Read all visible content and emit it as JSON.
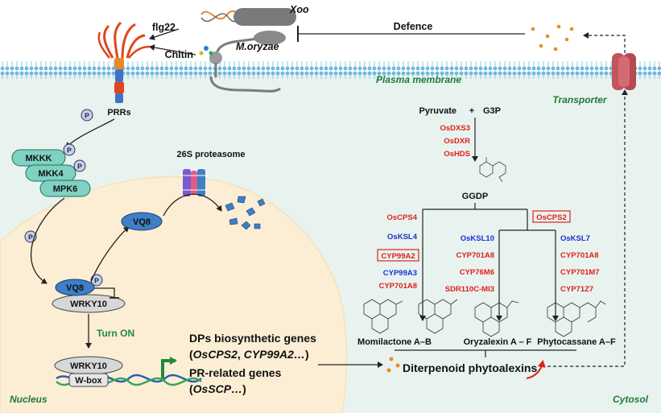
{
  "pathogens": {
    "xoo": "Xoo",
    "moryzae": "M.oryzae",
    "flg22": "flg22",
    "chitin": "Chitin"
  },
  "membrane": {
    "label": "Plasma membrane",
    "transporter": "Transporter"
  },
  "defence": "Defence",
  "signaling": {
    "prrs": "PRRs",
    "p": "P",
    "mkkk": "MKKK",
    "mkk4": "MKK4",
    "mpk6": "MPK6",
    "proteasome": "26S proteasome",
    "vq8": "VQ8",
    "wrky10": "WRKY10",
    "turn_on": "Turn ON",
    "wbox": "W-box"
  },
  "compartments": {
    "nucleus": "Nucleus",
    "cytosol": "Cytosol"
  },
  "genes": {
    "dps_title": "DPs biosynthetic genes",
    "dps_open": "(",
    "dps_g1": "OsCPS2",
    "dps_sep": ", ",
    "dps_g2": "CYP99A2…",
    "dps_close": ")",
    "pr_title": "PR-related genes",
    "pr_open": "(",
    "pr_g1": "OsSCP…",
    "pr_close": ")"
  },
  "pathway": {
    "pyruvate": "Pyruvate",
    "plus": "+",
    "g3p": "G3P",
    "osdxs3": "OsDXS3",
    "osdxr": "OsDXR",
    "oshds": "OsHDS",
    "ggdp": "GGDP",
    "oscps4": "OsCPS4",
    "oscps2": "OsCPS2",
    "osksl4": "OsKSL4",
    "cyp99a2": "CYP99A2",
    "cyp99a3": "CYP99A3",
    "cyp701a8_a": "CYP701A8",
    "osksl10": "OsKSL10",
    "cyp701a8_b": "CYP701A8",
    "cyp76m6": "CYP76M6",
    "sdr110c": "SDR110C-MI3",
    "osksl7": "OsKSL7",
    "cyp701a8_c": "CYP701A8",
    "cyp701m7": "CYP701M7",
    "cyp71z7": "CYP71Z7",
    "momilactone": "Momilactone A–B",
    "oryzalexin": "Oryzalexin A – F",
    "phytocassane": "Phytocassane A–F",
    "phytoalexins": "Diterpenoid phytoalexins"
  },
  "colors": {
    "cytosol": "#e8f3ef",
    "nucleus": "#fbeed5",
    "membrane_blue": "#7ec3e4",
    "teal_kinase": "#7fd1c2",
    "vq8_blue": "#3e7fc5",
    "red": "#e0201b",
    "blue": "#1a2fd0",
    "green": "#1f7a3a",
    "orange_dots": "#f08a24"
  }
}
